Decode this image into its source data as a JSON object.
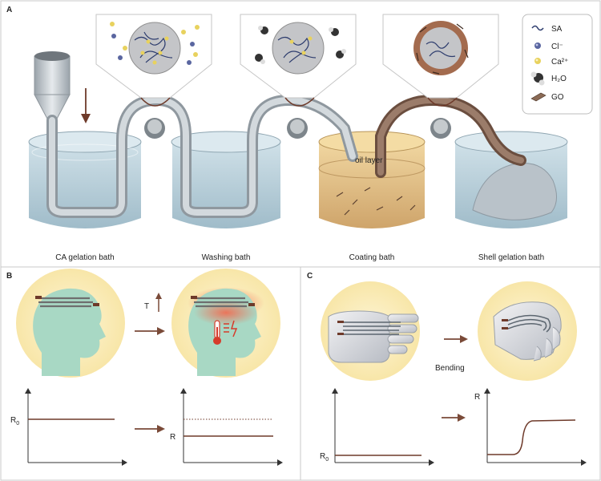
{
  "panels": {
    "a": {
      "letter": "A"
    },
    "b": {
      "letter": "B"
    },
    "c": {
      "letter": "C"
    }
  },
  "legend": [
    {
      "icon": "sa-strand-icon",
      "label": "SA"
    },
    {
      "icon": "chloride-ion-icon",
      "label": "Cl⁻"
    },
    {
      "icon": "calcium-ion-icon",
      "label": "Ca²⁺"
    },
    {
      "icon": "water-molecule-icon",
      "label": "H₂O"
    },
    {
      "icon": "go-sheet-icon",
      "label": "GO"
    }
  ],
  "baths": [
    {
      "label": "CA gelation bath"
    },
    {
      "label": "Washing bath"
    },
    {
      "label": "Coating bath"
    },
    {
      "label": "Shell gelation bath"
    }
  ],
  "oil_layer_label": "oil layer",
  "panel_b": {
    "temperature_label": "T",
    "r0_label": "R",
    "r0_subscript": "0",
    "r_label": "R"
  },
  "panel_c": {
    "bending_label": "Bending",
    "r0_label": "R",
    "r0_subscript": "0",
    "r_label": "R"
  },
  "colors": {
    "water": "#a9c6d4",
    "coating": "#d9b77a",
    "fiber": "#b9c0c6",
    "coated_fiber": "#8b6d5c",
    "curve": "#6e3a2a",
    "arrow": "#7a4a38",
    "head": "#a8d8c4",
    "halo": "#fbefc4",
    "border": "#c8c8c8"
  }
}
